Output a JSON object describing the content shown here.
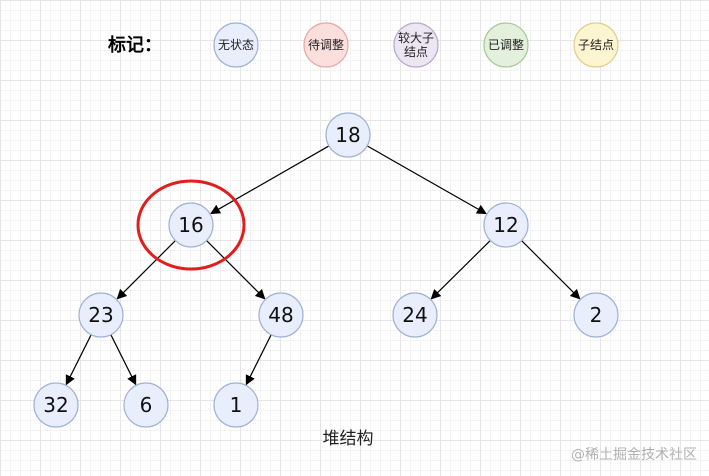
{
  "legend": {
    "title": "标记：",
    "items": [
      {
        "label": "无状态",
        "fill": "#e8eefb",
        "stroke": "#9fb2d6"
      },
      {
        "label": "待调整",
        "fill": "#fbdfdc",
        "stroke": "#e7a9a2"
      },
      {
        "label": "较大子\n结点",
        "fill": "#ece6f3",
        "stroke": "#b9a9cf"
      },
      {
        "label": "已调整",
        "fill": "#e2f0dc",
        "stroke": "#a7c99a"
      },
      {
        "label": "子结点",
        "fill": "#fdf4d2",
        "stroke": "#e2cf8b"
      }
    ]
  },
  "tree": {
    "node_fill": "#e8eefb",
    "node_stroke": "#9fb2d6",
    "highlight_color": "#e01e1e",
    "highlighted": "n16",
    "nodes": [
      {
        "id": "n18",
        "value": "18"
      },
      {
        "id": "n16",
        "value": "16"
      },
      {
        "id": "n12",
        "value": "12"
      },
      {
        "id": "n23",
        "value": "23"
      },
      {
        "id": "n48",
        "value": "48"
      },
      {
        "id": "n24",
        "value": "24"
      },
      {
        "id": "n2",
        "value": "2"
      },
      {
        "id": "n32",
        "value": "32"
      },
      {
        "id": "n6",
        "value": "6"
      },
      {
        "id": "n1",
        "value": "1"
      }
    ],
    "edges": [
      {
        "from": "n18",
        "to": "n16"
      },
      {
        "from": "n18",
        "to": "n12"
      },
      {
        "from": "n16",
        "to": "n23"
      },
      {
        "from": "n16",
        "to": "n48"
      },
      {
        "from": "n12",
        "to": "n24"
      },
      {
        "from": "n12",
        "to": "n2"
      },
      {
        "from": "n23",
        "to": "n32"
      },
      {
        "from": "n23",
        "to": "n6"
      },
      {
        "from": "n48",
        "to": "n1"
      }
    ]
  },
  "caption": "堆结构",
  "watermark": "@稀土掘金技术社区"
}
